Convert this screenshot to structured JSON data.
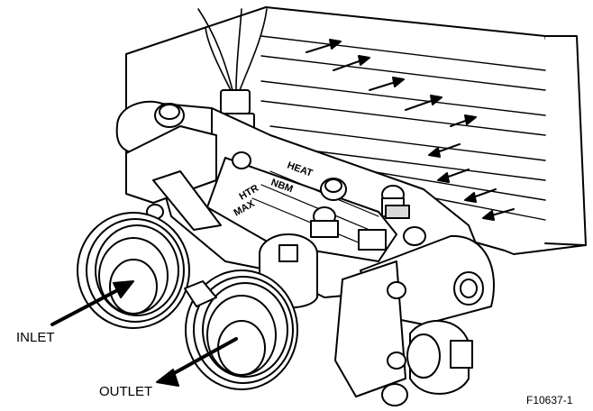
{
  "labels": {
    "inlet": "INLET",
    "outlet": "OUTLET",
    "figure_id": "F10637-1"
  },
  "panel_stencil": {
    "label_1": "HEAT",
    "label_2": "NBM",
    "label_3": "MAX",
    "label_4": "HTR"
  },
  "colors": {
    "line": "#000000",
    "fill": "#ffffff",
    "shade": "#d9d9d9"
  },
  "icons": [
    "airflow-arrow-icon",
    "inlet-arrow-icon",
    "outlet-arrow-icon"
  ]
}
